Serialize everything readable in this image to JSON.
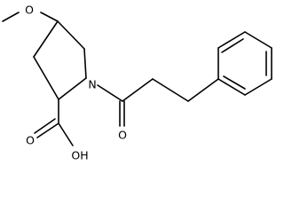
{
  "molecule": {
    "atom_labels": {
      "methoxy_oxygen": "O",
      "ring_nitrogen": "N",
      "carbonyl_oxygen": "O",
      "carboxylic_acid_carbonyl_oxygen": "O",
      "hydroxyl": "OH"
    }
  },
  "colors": {
    "background": "#ffffff",
    "bond": "#000000",
    "label": "#000000"
  }
}
